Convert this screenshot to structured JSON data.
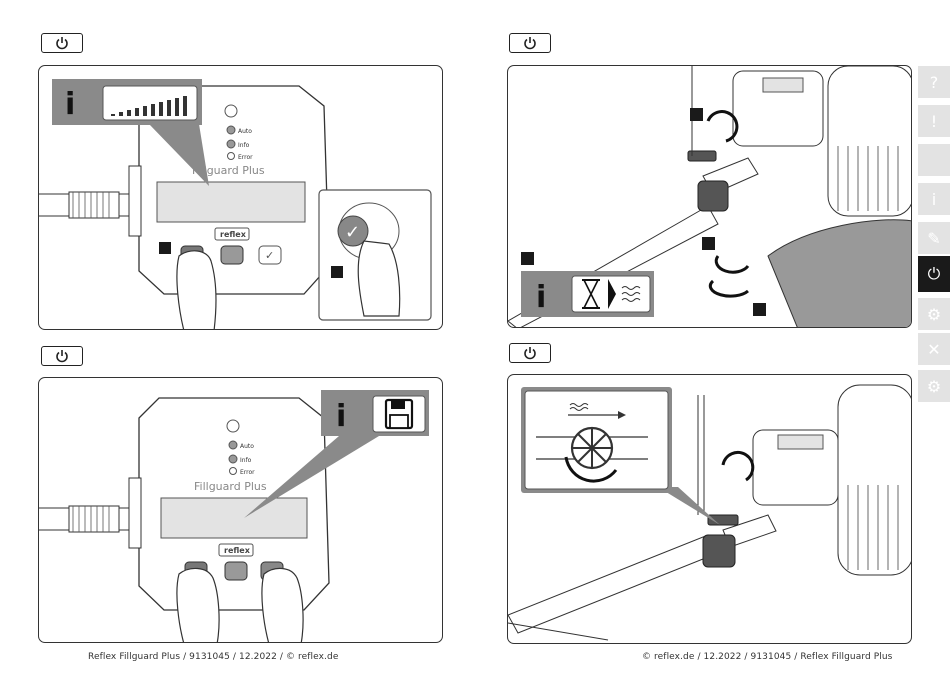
{
  "footer": {
    "left": "Reflex Fillguard Plus / 9131045 / 12.2022 / © reflex.de",
    "right": "© reflex.de / 12.2022 / 9131045 / Reflex Fillguard Plus"
  },
  "device": {
    "product_name": "Fillguard Plus",
    "brand": "reflex",
    "led_auto": "Auto",
    "led_info": "Info",
    "led_error": "Error"
  },
  "callouts": {
    "info_letter": "i"
  },
  "sidebar": {
    "tabs": [
      {
        "icon": "question-icon",
        "glyph": "?"
      },
      {
        "icon": "warning-icon",
        "glyph": "!"
      },
      {
        "icon": "box-icon",
        "glyph": ""
      },
      {
        "icon": "info-icon",
        "glyph": "i"
      },
      {
        "icon": "wrench-icon",
        "glyph": "✎"
      },
      {
        "icon": "power-icon",
        "glyph": "⏻",
        "active": true
      },
      {
        "icon": "gears-icon",
        "glyph": "⚙"
      },
      {
        "icon": "tools-icon",
        "glyph": "✕"
      },
      {
        "icon": "settings-icon",
        "glyph": "⚙"
      }
    ]
  },
  "colors": {
    "callout_gray": "#8a8a8a",
    "active_tab": "#1a1a1a",
    "inactive_tab": "#e3e3e3"
  }
}
